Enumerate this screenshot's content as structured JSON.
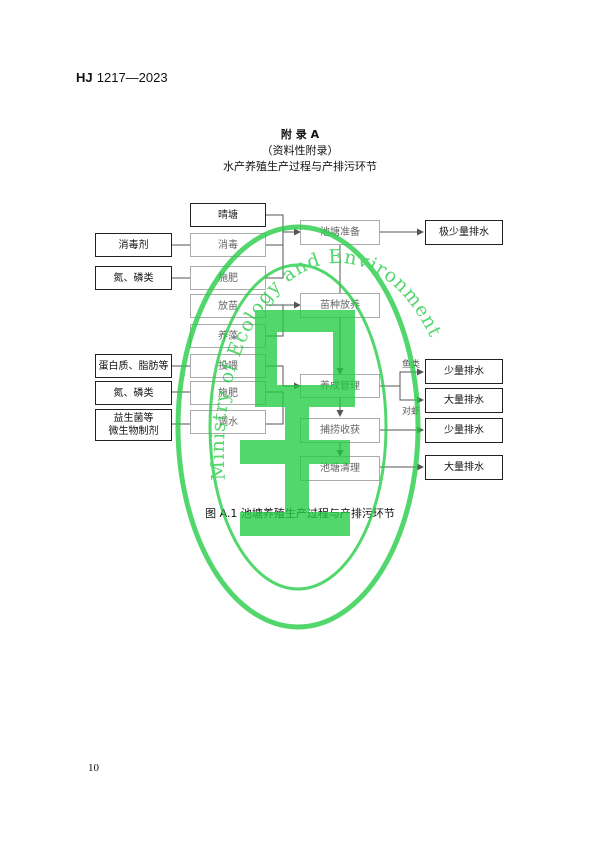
{
  "header": {
    "code": "HJ",
    "number": "1217—2023"
  },
  "title": {
    "line1": "附  录  A",
    "line2": "（资料性附录）",
    "line3": "水产养殖生产过程与产排污环节"
  },
  "diagram": {
    "inputs": {
      "disinfectant": "消毒剂",
      "np1": "氮、磷类",
      "protein": "蛋白质、脂肪等",
      "np2": "氮、磷类",
      "probiotic_l1": "益生菌等",
      "probiotic_l2": "微生物制剂"
    },
    "actions": {
      "clean": "晴塘",
      "disinfect": "消毒",
      "fertilize1": "施肥",
      "stock": "放苗",
      "algae": "养藻",
      "feed": "投喂",
      "fertilize2": "施肥",
      "adjust": "调水"
    },
    "stages": {
      "prep": "池塘准备",
      "seed": "苗种放养",
      "culture": "养成管理",
      "harvest": "捕捞收获",
      "cleanup": "池塘清理"
    },
    "outputs": {
      "out1": "极少量排水",
      "out2": "少量排水",
      "out3": "大量排水",
      "out4": "少量排水",
      "out5": "大量排水"
    },
    "branch_labels": {
      "fish": "鱼类",
      "shrimp": "对虾"
    }
  },
  "caption": "图 A.1   池塘养殖生产过程与产排污环节",
  "page_number": "10",
  "watermark": {
    "text": "Ministry of Ecology and Environment",
    "color": "#22cc44"
  }
}
